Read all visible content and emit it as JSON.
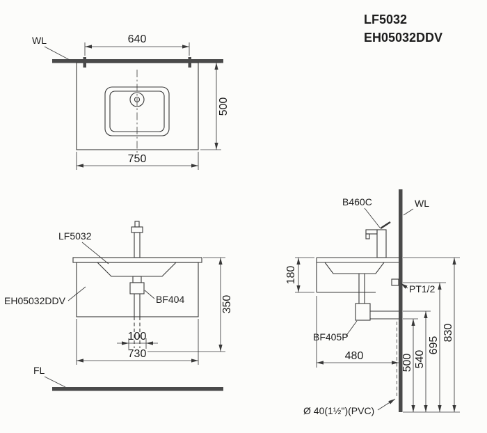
{
  "title": {
    "model1": "LF5032",
    "model2": "EH05032DDV"
  },
  "plan_view": {
    "wall_label": "WL",
    "dims": {
      "top_width": "640",
      "depth": "500",
      "full_width": "750"
    }
  },
  "front_view": {
    "labels": {
      "basin": "LF5032",
      "cabinet": "EH05032DDV",
      "waste": "BF404",
      "floor": "FL"
    },
    "dims": {
      "height": "350",
      "drain_offset": "100",
      "cabinet_width": "730"
    }
  },
  "side_view": {
    "labels": {
      "faucet": "B460C",
      "wall": "WL",
      "supply": "PT1/2",
      "trap": "BF405P",
      "pipe": "Ø 40(1½\")(PVC)"
    },
    "dims": {
      "apron": "180",
      "depth": "480",
      "h500": "500",
      "h540": "540",
      "h695": "695",
      "h830": "830"
    }
  }
}
